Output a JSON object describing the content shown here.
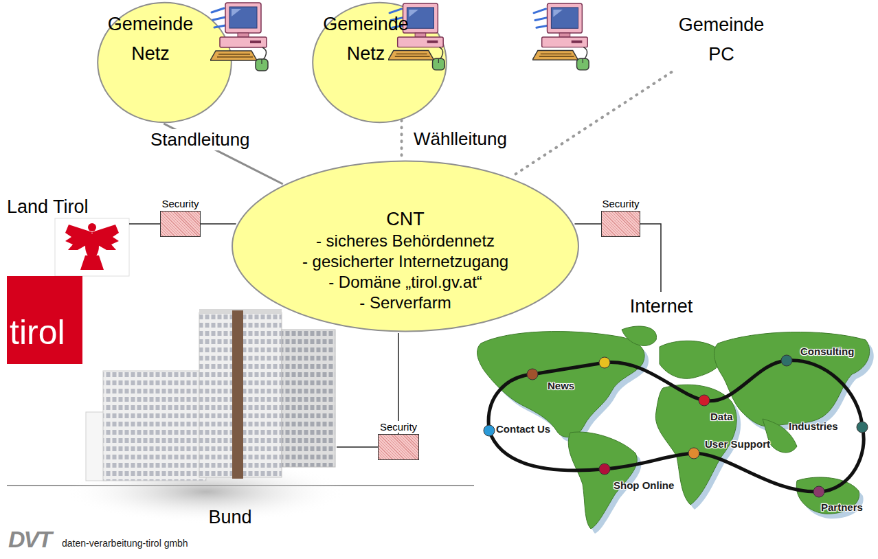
{
  "diagram": {
    "nodes": [
      {
        "text": [
          "Gemeinde Netz"
        ]
      },
      {
        "text": [
          "Gemeinde Netz"
        ]
      },
      {
        "text": [
          "Gemeinde PC"
        ]
      },
      {
        "text": [
          "Land Tirol"
        ]
      },
      {
        "text": [
          "Security"
        ]
      },
      {
        "text": [
          "CNT",
          "- sicheres Behördennetz",
          "- gesicherter Internetzugang",
          "- Domäne „tirol.gv.at“",
          "- Serverfarm"
        ]
      },
      {
        "text": [
          "Security"
        ]
      },
      {
        "text": [
          "Internet"
        ]
      },
      {
        "text": [
          "Security"
        ]
      },
      {
        "text": [
          "Bund"
        ]
      }
    ],
    "edges": [
      {
        "from": 0,
        "to": 5,
        "arrow": "none",
        "label": "Standleitung"
      },
      {
        "from": 1,
        "to": 5,
        "arrow": "none",
        "label": "Wählleitung"
      },
      {
        "from": 2,
        "to": 5,
        "arrow": "none"
      },
      {
        "from": 5,
        "to": 4,
        "arrow": "none"
      },
      {
        "from": 4,
        "to": 3,
        "arrow": "none"
      },
      {
        "from": 5,
        "to": 6,
        "arrow": "none"
      },
      {
        "from": 6,
        "to": 7,
        "arrow": "none"
      },
      {
        "from": 5,
        "to": 8,
        "arrow": "none"
      },
      {
        "from": 8,
        "to": 9,
        "arrow": "none"
      }
    ],
    "labels": [
      "tirol",
      "News",
      "Consulting",
      "Data",
      "Industries",
      "Contact Us",
      "User Support",
      "Shop Online",
      "Partners",
      "DVT",
      "daten-verarbeitung-tirol gmbh"
    ]
  }
}
